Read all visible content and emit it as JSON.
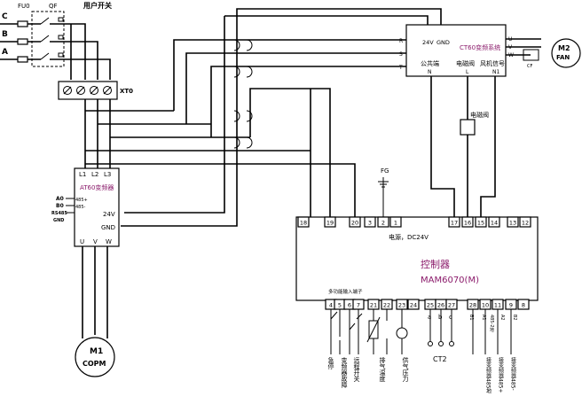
{
  "supply": {
    "phases": [
      "C",
      "B",
      "A"
    ],
    "fuse_label": "FU0",
    "breaker_label": "QF",
    "user_switch_label": "用户开关"
  },
  "terminal_block": {
    "label": "XT0"
  },
  "inverter": {
    "inputs": [
      "L1",
      "L2",
      "L3"
    ],
    "title": "AT60变频器",
    "left_labels": [
      "A0",
      "B0",
      "RS485",
      "GND"
    ],
    "left_texts": [
      "485+",
      "485-"
    ],
    "outputs_right": [
      "24V",
      "GND"
    ],
    "outputs_bottom": [
      "U",
      "V",
      "W"
    ]
  },
  "motor_main": {
    "label1": "M1",
    "label2": "COPM"
  },
  "ct60": {
    "title": "CT60变频系统",
    "top_terminals": [
      "24V",
      "GND"
    ],
    "left_terminals": [
      "R",
      "S",
      "T"
    ],
    "right_terminals": [
      "U",
      "V",
      "W"
    ],
    "groups": [
      "公共端",
      "电磁阀",
      "风机信号"
    ],
    "bottom_terminals": [
      "N",
      "L",
      "N1"
    ],
    "cf_label": "CF"
  },
  "fan_motor": {
    "label1": "M2",
    "label2": "FAN"
  },
  "solenoid_label": "电磁阀",
  "fg_label": "FG",
  "controller": {
    "top_terminals": [
      "18",
      "19",
      "20",
      "3",
      "2",
      "1",
      "17",
      "16",
      "15",
      "14",
      "13",
      "12"
    ],
    "power_text": "电源，DC24V",
    "name": "控制器",
    "model": "MAM6070(M)",
    "multi_input_label": "多功能输入端子",
    "bottom_terminals": [
      "4",
      "5",
      "6",
      "7",
      "21",
      "22",
      "23",
      "24",
      "25",
      "26",
      "27",
      "28",
      "10",
      "11",
      "9",
      "8"
    ]
  },
  "bottom": {
    "ab_letters": [
      "a",
      "b",
      "c"
    ],
    "ct2_label": "CT2",
    "vertical_labels": [
      "急停",
      "变频器故障",
      "远程开关",
      "排气温度",
      "供气压力"
    ],
    "comm_tags": [
      "B1",
      "A1",
      "485-2地",
      "A2",
      "B2"
    ],
    "comm_labels": [
      "接变频器485地",
      "接变频器485+",
      "接变频器485-"
    ]
  }
}
